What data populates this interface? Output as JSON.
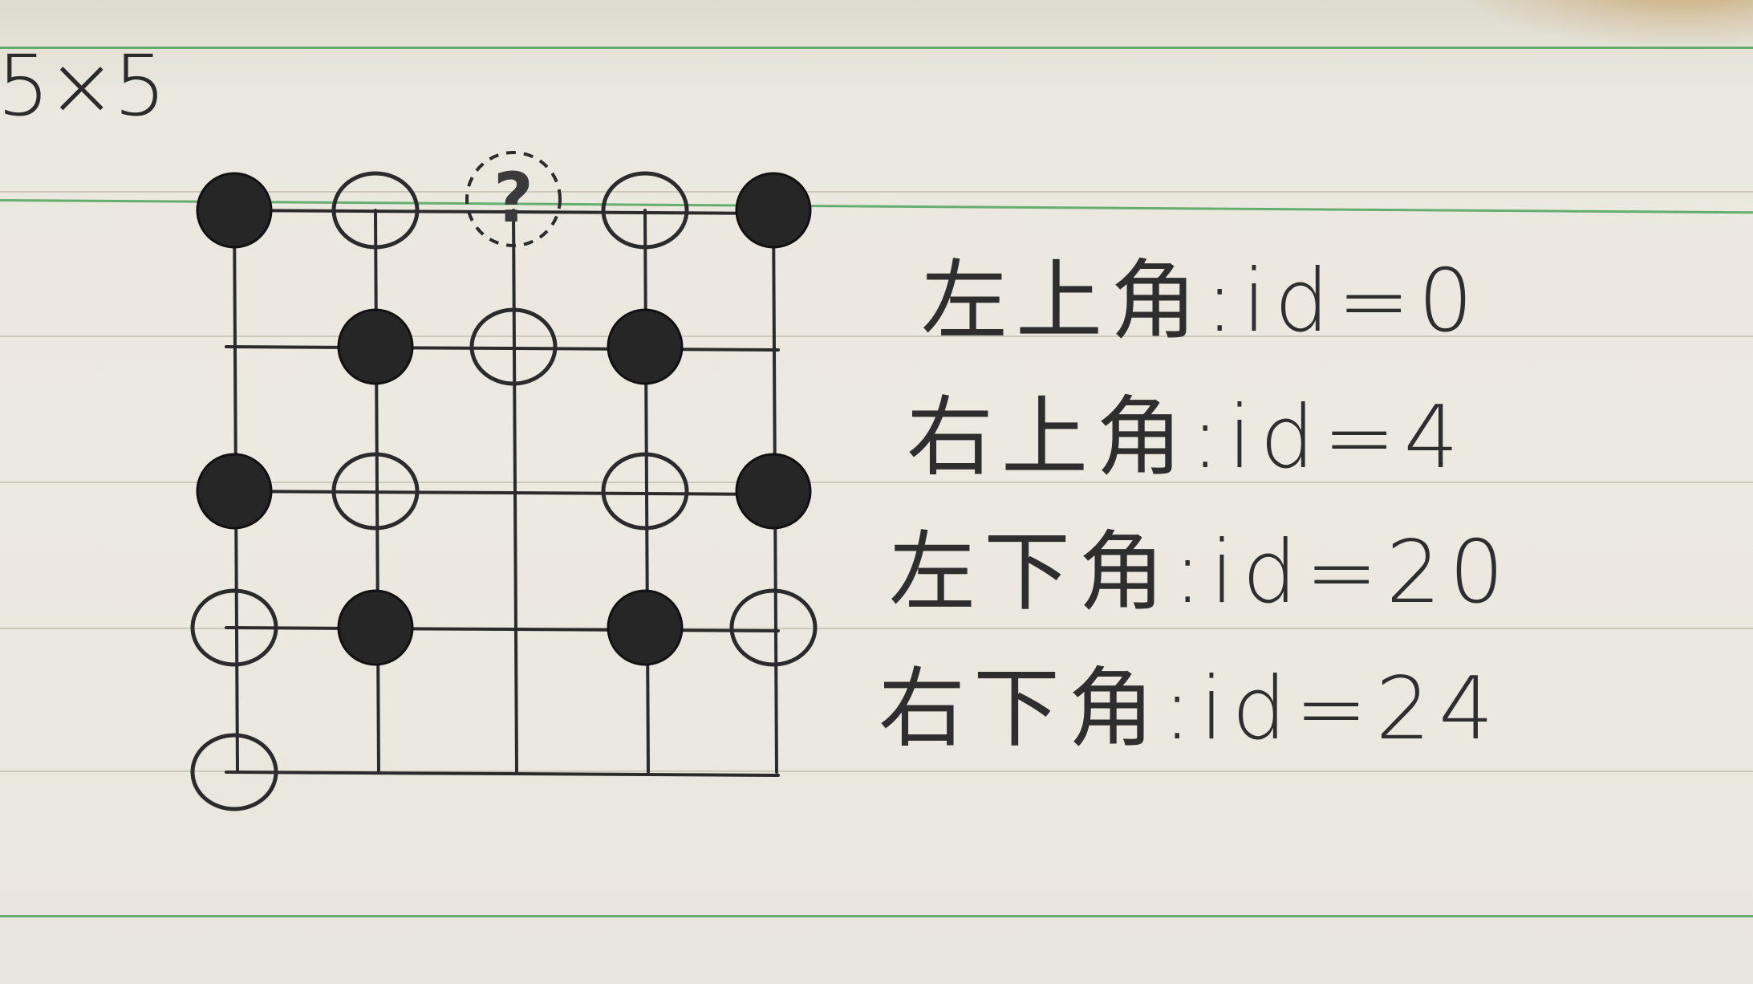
{
  "board": {
    "label": "5×5",
    "size": 5,
    "unknown_marker": "?",
    "stones": [
      [
        "black",
        "white",
        "unknown",
        "white",
        "black"
      ],
      [
        "empty",
        "black",
        "white",
        "black",
        "empty"
      ],
      [
        "black",
        "white",
        "empty",
        "white",
        "black"
      ],
      [
        "white",
        "black",
        "empty",
        "black",
        "white"
      ],
      [
        "white",
        "empty",
        "empty",
        "empty",
        "empty"
      ]
    ]
  },
  "notes": [
    "左上角:id=0",
    "右上角:id=4",
    "左下角:id=20",
    "右下角:id=24"
  ],
  "colors": {
    "ink": "#2b2b2b",
    "rule_green": "#4da35b",
    "paper": "#ece9e1"
  }
}
